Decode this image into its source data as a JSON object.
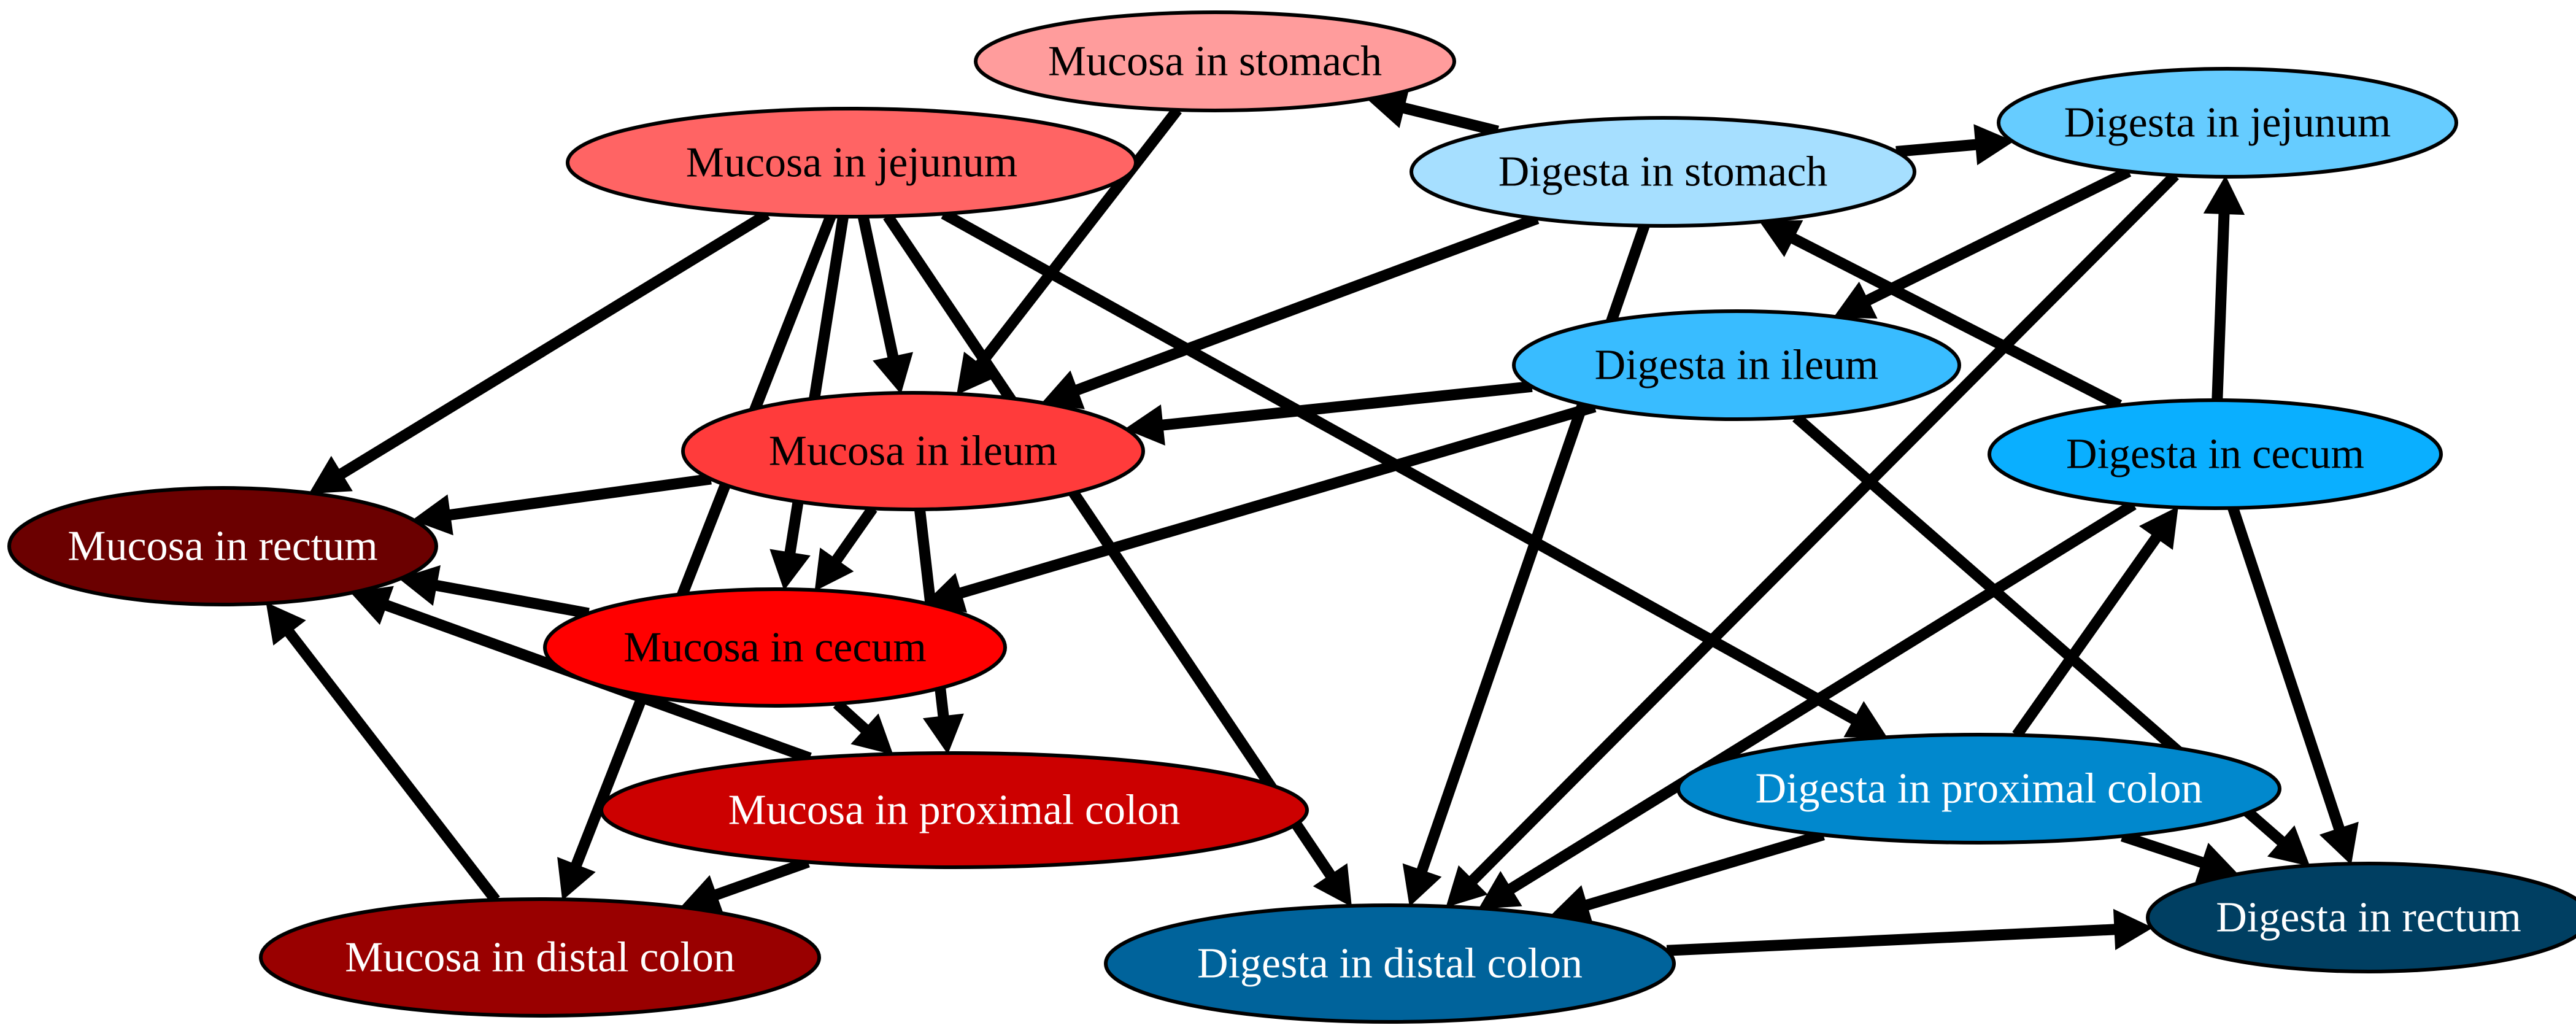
{
  "graph": {
    "nodes": [
      {
        "id": "mucosa_stomach",
        "label": "Mucosa in stomach",
        "fill": "#FF9C9C",
        "text_color": "#000000"
      },
      {
        "id": "mucosa_jejunum",
        "label": "Mucosa in jejunum",
        "fill": "#FF6464",
        "text_color": "#000000"
      },
      {
        "id": "mucosa_ileum",
        "label": "Mucosa in ileum",
        "fill": "#FF3B3B",
        "text_color": "#000000"
      },
      {
        "id": "mucosa_cecum",
        "label": "Mucosa in cecum",
        "fill": "#FF0000",
        "text_color": "#000000"
      },
      {
        "id": "mucosa_rectum",
        "label": "Mucosa in rectum",
        "fill": "#6B0000",
        "text_color": "#FFFFFF"
      },
      {
        "id": "mucosa_proximal_colon",
        "label": "Mucosa in proximal colon",
        "fill": "#CC0000",
        "text_color": "#FFFFFF"
      },
      {
        "id": "mucosa_distal_colon",
        "label": "Mucosa in distal colon",
        "fill": "#990000",
        "text_color": "#FFFFFF"
      },
      {
        "id": "digesta_stomach",
        "label": "Digesta in stomach",
        "fill": "#A6DFFF",
        "text_color": "#000000"
      },
      {
        "id": "digesta_jejunum",
        "label": "Digesta in jejunum",
        "fill": "#66CCFF",
        "text_color": "#000000"
      },
      {
        "id": "digesta_ileum",
        "label": "Digesta in ileum",
        "fill": "#39BCFF",
        "text_color": "#000000"
      },
      {
        "id": "digesta_cecum",
        "label": "Digesta in cecum",
        "fill": "#0AAFFF",
        "text_color": "#000000"
      },
      {
        "id": "digesta_proximal_colon",
        "label": "Digesta in proximal colon",
        "fill": "#0188CD",
        "text_color": "#FFFFFF"
      },
      {
        "id": "digesta_distal_colon",
        "label": "Digesta in distal colon",
        "fill": "#00639B",
        "text_color": "#FFFFFF"
      },
      {
        "id": "digesta_rectum",
        "label": "Digesta in rectum",
        "fill": "#003F62",
        "text_color": "#FFFFFF"
      }
    ],
    "edges": [
      {
        "from": "mucosa_stomach",
        "to": "mucosa_ileum"
      },
      {
        "from": "mucosa_jejunum",
        "to": "mucosa_ileum"
      },
      {
        "from": "mucosa_jejunum",
        "to": "mucosa_rectum"
      },
      {
        "from": "mucosa_jejunum",
        "to": "mucosa_cecum"
      },
      {
        "from": "mucosa_jejunum",
        "to": "mucosa_distal_colon"
      },
      {
        "from": "mucosa_jejunum",
        "to": "digesta_distal_colon"
      },
      {
        "from": "mucosa_jejunum",
        "to": "digesta_proximal_colon"
      },
      {
        "from": "mucosa_ileum",
        "to": "mucosa_rectum"
      },
      {
        "from": "mucosa_ileum",
        "to": "mucosa_cecum"
      },
      {
        "from": "mucosa_ileum",
        "to": "mucosa_proximal_colon"
      },
      {
        "from": "mucosa_cecum",
        "to": "mucosa_rectum"
      },
      {
        "from": "mucosa_cecum",
        "to": "mucosa_proximal_colon"
      },
      {
        "from": "mucosa_proximal_colon",
        "to": "mucosa_rectum"
      },
      {
        "from": "mucosa_proximal_colon",
        "to": "mucosa_distal_colon"
      },
      {
        "from": "mucosa_distal_colon",
        "to": "mucosa_rectum"
      },
      {
        "from": "digesta_stomach",
        "to": "mucosa_stomach"
      },
      {
        "from": "digesta_stomach",
        "to": "digesta_jejunum"
      },
      {
        "from": "digesta_stomach",
        "to": "mucosa_ileum"
      },
      {
        "from": "digesta_stomach",
        "to": "digesta_distal_colon"
      },
      {
        "from": "digesta_jejunum",
        "to": "digesta_ileum"
      },
      {
        "from": "digesta_jejunum",
        "to": "digesta_distal_colon"
      },
      {
        "from": "digesta_ileum",
        "to": "mucosa_ileum"
      },
      {
        "from": "digesta_ileum",
        "to": "mucosa_cecum"
      },
      {
        "from": "digesta_ileum",
        "to": "digesta_rectum"
      },
      {
        "from": "digesta_cecum",
        "to": "digesta_stomach"
      },
      {
        "from": "digesta_cecum",
        "to": "digesta_jejunum"
      },
      {
        "from": "digesta_cecum",
        "to": "digesta_distal_colon"
      },
      {
        "from": "digesta_cecum",
        "to": "digesta_rectum"
      },
      {
        "from": "digesta_proximal_colon",
        "to": "digesta_cecum"
      },
      {
        "from": "digesta_proximal_colon",
        "to": "digesta_distal_colon"
      },
      {
        "from": "digesta_proximal_colon",
        "to": "digesta_rectum"
      },
      {
        "from": "digesta_distal_colon",
        "to": "digesta_rectum"
      }
    ]
  }
}
